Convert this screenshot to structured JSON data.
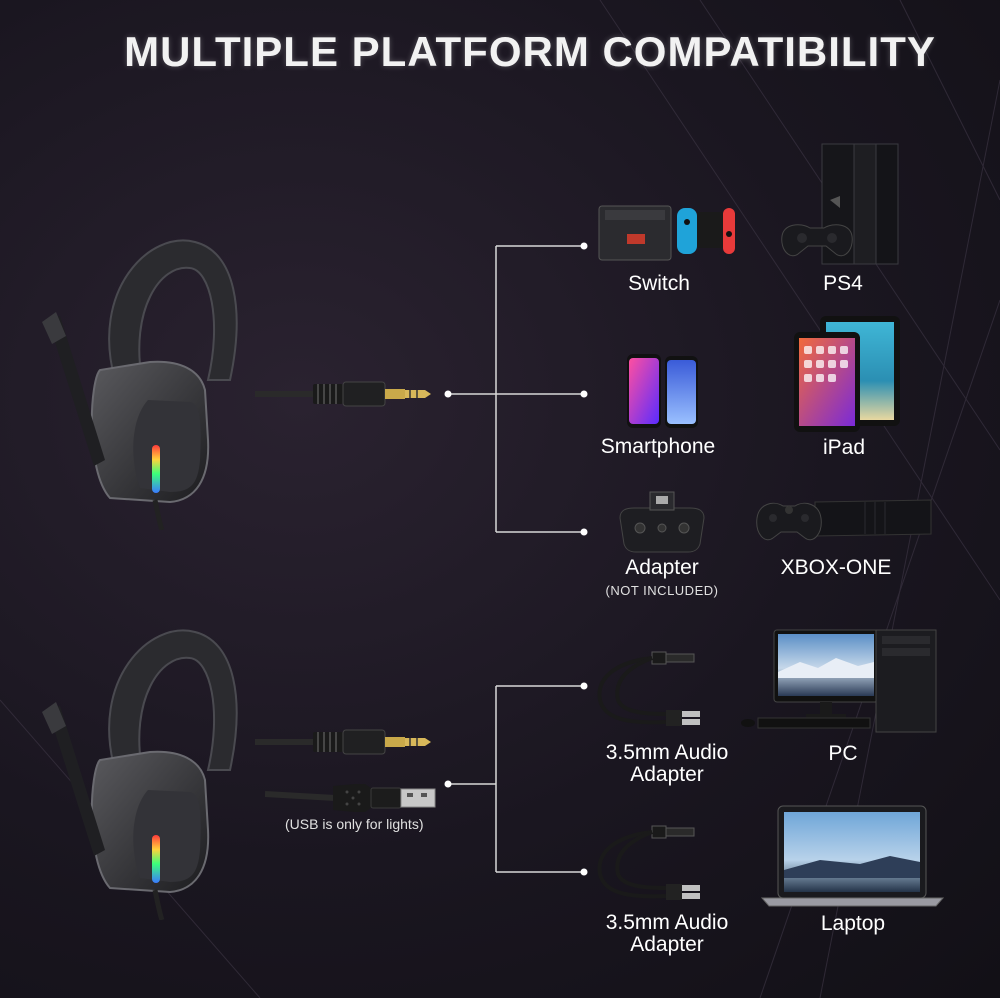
{
  "title": "MULTIPLE PLATFORM COMPATIBILITY",
  "top_group": {
    "devices": [
      {
        "label": "Switch"
      },
      {
        "label": "PS4"
      },
      {
        "label": "Smartphone"
      },
      {
        "label": "iPad"
      },
      {
        "label": "Adapter",
        "sublabel": "(NOT INCLUDED)"
      },
      {
        "label": "XBOX-ONE"
      }
    ]
  },
  "bottom_group": {
    "usb_note": "(USB is only for lights)",
    "devices": [
      {
        "label": "3.5mm Audio Adapter"
      },
      {
        "label": "PC"
      },
      {
        "label": "3.5mm Audio Adapter"
      },
      {
        "label": "Laptop"
      }
    ]
  },
  "colors": {
    "background": "#1a1620",
    "line": "#d8d8d8",
    "text": "#ffffff"
  }
}
